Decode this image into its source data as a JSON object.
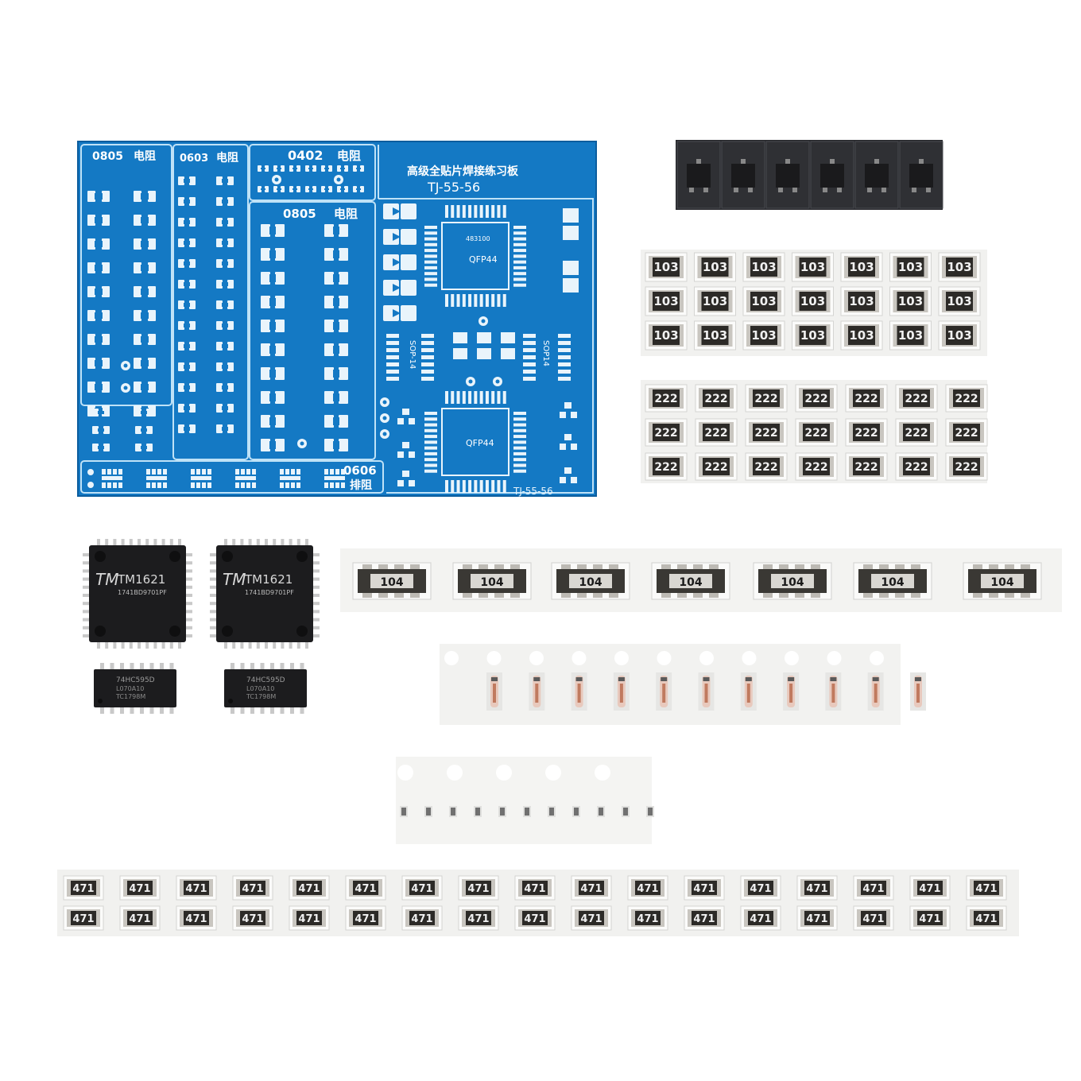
{
  "pcb": {
    "title": "高级全贴片焊接练习板",
    "model": "TJ-55-56",
    "model_bottom": "TJ-55-56",
    "sections": {
      "s0805_left": "0805",
      "s0603": "0603",
      "s0402": "0402",
      "s0805_mid": "0805",
      "resistor_word": "电阻",
      "s0606": "0606",
      "array_word": "排阻"
    },
    "ic_labels": {
      "qfp_top": "QFP44",
      "qfp_top_sub": "483100",
      "qfp_bottom": "QFP44",
      "sop_left": "SOP-14",
      "sop_right": "SOP14"
    }
  },
  "parts": {
    "resistor_103": "103",
    "resistor_222": "222",
    "array_104": "104",
    "resistor_471": "471",
    "qfp_chip": {
      "brand": "TM",
      "model": "TM1621",
      "lot": "1741BD9701PF"
    },
    "sop_chip": {
      "model": "74HC595D",
      "lot_line1": "L070A10",
      "lot_line2": "TC1798M"
    }
  },
  "colors": {
    "pcb_blue": "#1479c4",
    "pcb_line": "#bfe2f7",
    "pad": "#e9f4fb",
    "chip_black": "#1c1c1e",
    "tape_white": "#f1f1ef",
    "resistor_body": "#2c2a27"
  }
}
